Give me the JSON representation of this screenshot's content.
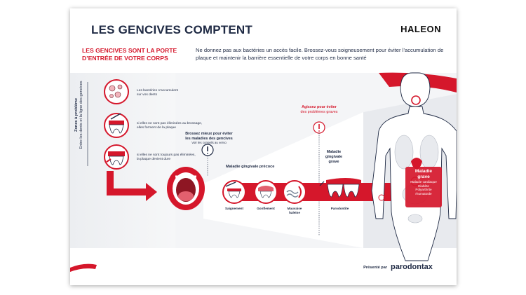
{
  "brand": "HALEON",
  "title": "LES GENCIVES COMPTENT",
  "subtitle": {
    "line1": "LES GENCIVES SONT LA PORTE",
    "line2": "D’ENTRÉE DE VOTRE CORPS"
  },
  "intro": "Ne donnez pas aux bactéries un accès facile. Brossez-vous soigneusement pour éviter l’accumulation de plaque et maintenir la barrière essentielle de votre corps en bonne santé",
  "problem_zone": {
    "title": "Zones à problème",
    "subtitle": "Entre les dents et la ligne des gencives"
  },
  "steps": [
    {
      "line1": "Les bactéries s’accumulent",
      "line2": "sur vos dents"
    },
    {
      "line1": "si elles ne sont pas éliminées au brossage,",
      "line2": "elles forment de la plaque"
    },
    {
      "line1": "si elles ne sont toujours pas éliminées,",
      "line2": "la plaque devient dure"
    }
  ],
  "brush_tip": {
    "line1": "Brossez mieux pour éviter",
    "line2": "les maladies des gencives",
    "note": "Voir les conseils au verso"
  },
  "early_disease": {
    "title": "Maladie gingivale précoce",
    "symptoms": [
      {
        "label": "Saignement"
      },
      {
        "label": "Gonflement"
      },
      {
        "label": "Mauvaise",
        "label2": "haleine"
      }
    ]
  },
  "act_tip": {
    "line1": "Agissez pour éviter",
    "line2": "des problèmes graves"
  },
  "severe_gum": {
    "line1": "Maladie",
    "line2": "gingivale",
    "line3": "grave",
    "result": "Parodontite"
  },
  "serious_disease": {
    "line1": "Maladie",
    "line2": "grave",
    "items": [
      "Maladie cardiaque",
      "Diabète",
      "Polyarthrite",
      "rhumatoïde"
    ]
  },
  "footer": {
    "presented_by": "Présenté par",
    "sponsor": "parodontax"
  },
  "colors": {
    "accent_red": "#d5172b",
    "navy": "#1f2a44"
  }
}
